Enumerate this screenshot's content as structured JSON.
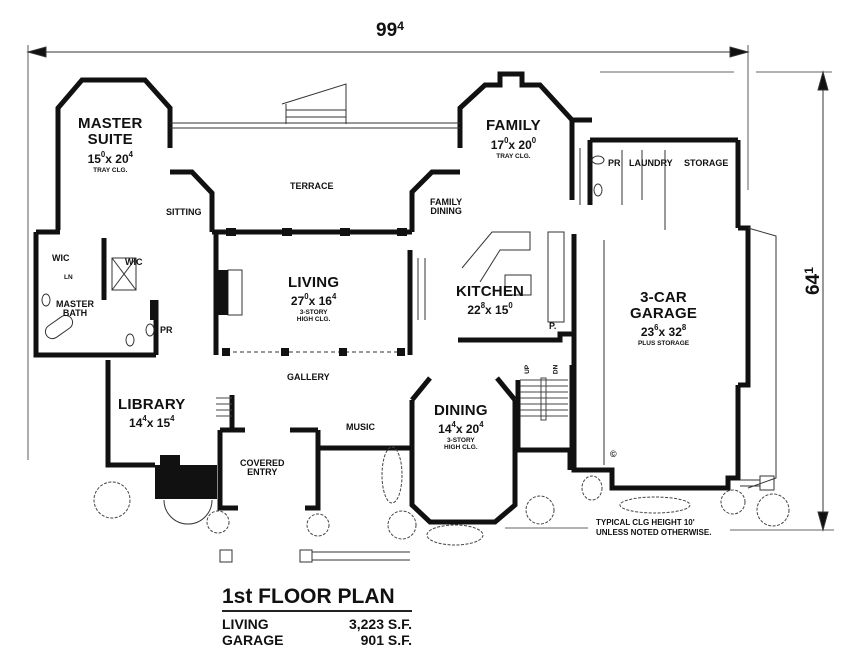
{
  "plan": {
    "title": "1st FLOOR PLAN",
    "areas": [
      {
        "label": "LIVING",
        "value": "3,223 S.F."
      },
      {
        "label": "GARAGE",
        "value": "901 S.F."
      }
    ],
    "overall_width": {
      "main": "99",
      "sup": "4"
    },
    "overall_depth": {
      "main": "64",
      "sup": "1"
    },
    "note_line1": "TYPICAL CLG HEIGHT 10'",
    "note_line2": "UNLESS NOTED OTHERWISE.",
    "copyright_symbol": "©"
  },
  "rooms": {
    "master_suite": {
      "name_line1": "MASTER",
      "name_line2": "SUITE",
      "dim_a": "15",
      "dim_a_sup": "0",
      "dim_b": "20",
      "dim_b_sup": "4",
      "note": "TRAY CLG."
    },
    "sitting": {
      "name": "SITTING"
    },
    "terrace": {
      "name": "TERRACE"
    },
    "family": {
      "name": "FAMILY",
      "dim_a": "17",
      "dim_a_sup": "0",
      "dim_b": "20",
      "dim_b_sup": "0",
      "note": "TRAY CLG."
    },
    "family_dining": {
      "name_line1": "FAMILY",
      "name_line2": "DINING"
    },
    "pr_upper": {
      "name": "PR"
    },
    "laundry": {
      "name": "LAUNDRY"
    },
    "storage": {
      "name": "STORAGE"
    },
    "wic_left": {
      "name": "WIC"
    },
    "wic_right": {
      "name": "WIC"
    },
    "linen": {
      "name": "LN"
    },
    "master_bath": {
      "name_line1": "MASTER",
      "name_line2": "BATH"
    },
    "pr_lower": {
      "name": "PR"
    },
    "living": {
      "name": "LIVING",
      "dim_a": "27",
      "dim_a_sup": "0",
      "dim_b": "16",
      "dim_b_sup": "4",
      "note_line1": "3-STORY",
      "note_line2": "HIGH CLG."
    },
    "kitchen": {
      "name": "KITCHEN",
      "dim_a": "22",
      "dim_a_sup": "8",
      "dim_b": "15",
      "dim_b_sup": "0"
    },
    "pantry": {
      "name": "P."
    },
    "garage": {
      "name_line1": "3-CAR",
      "name_line2": "GARAGE",
      "dim_a": "23",
      "dim_a_sup": "6",
      "dim_b": "32",
      "dim_b_sup": "8",
      "note": "PLUS STORAGE"
    },
    "gallery": {
      "name": "GALLERY"
    },
    "library": {
      "name": "LIBRARY",
      "dim_a": "14",
      "dim_a_sup": "4",
      "dim_b": "15",
      "dim_b_sup": "4"
    },
    "music": {
      "name": "MUSIC"
    },
    "covered_entry": {
      "name_line1": "COVERED",
      "name_line2": "ENTRY"
    },
    "dining": {
      "name": "DINING",
      "dim_a": "14",
      "dim_a_sup": "4",
      "dim_b": "20",
      "dim_b_sup": "4",
      "note_line1": "3-STORY",
      "note_line2": "HIGH CLG."
    },
    "stairs": {
      "up": "UP",
      "dn": "DN"
    }
  }
}
